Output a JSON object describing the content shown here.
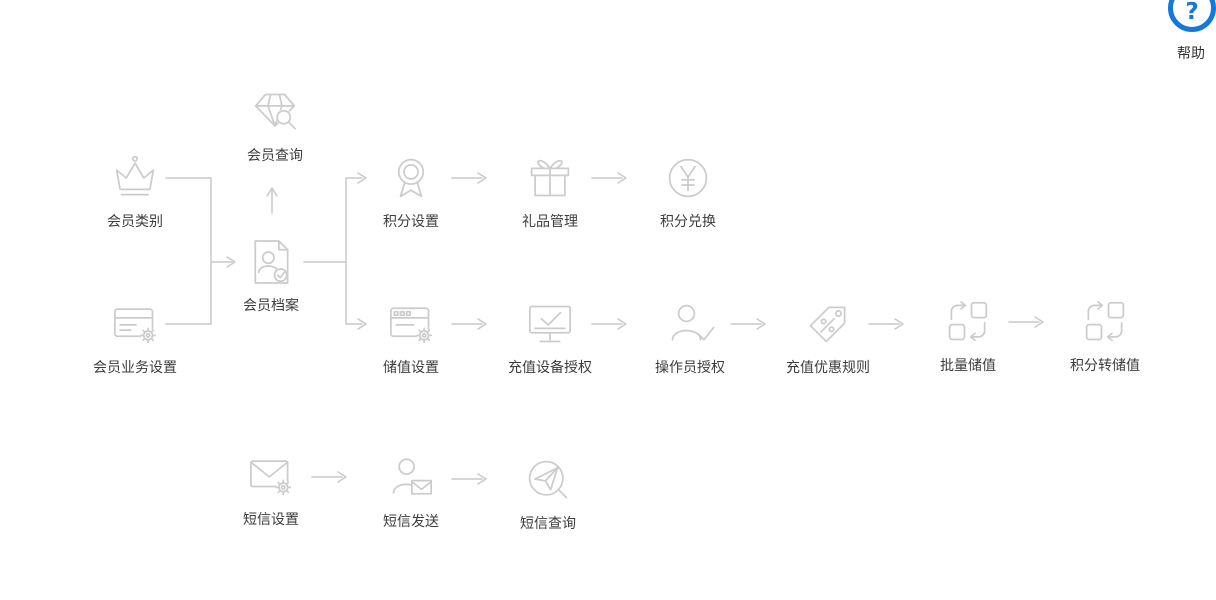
{
  "palette": {
    "icon_stroke": "#cccccc",
    "connector": "#c9c9c9",
    "label": "#3d3d3d",
    "help_blue": "#1678d8",
    "background": "#ffffff"
  },
  "help": {
    "label": "帮助",
    "symbol": "?",
    "icon": "help-question-icon"
  },
  "nodes": [
    {
      "id": "member-category",
      "label": "会员类别",
      "icon": "crown-icon"
    },
    {
      "id": "member-business-settings",
      "label": "会员业务设置",
      "icon": "card-gear-icon"
    },
    {
      "id": "member-query",
      "label": "会员查询",
      "icon": "gem-search-icon"
    },
    {
      "id": "member-profile",
      "label": "会员档案",
      "icon": "person-document-icon"
    },
    {
      "id": "points-settings",
      "label": "积分设置",
      "icon": "medal-icon"
    },
    {
      "id": "gift-management",
      "label": "礼品管理",
      "icon": "gift-icon"
    },
    {
      "id": "points-exchange",
      "label": "积分兑换",
      "icon": "yen-circle-icon"
    },
    {
      "id": "stored-value-settings",
      "label": "储值设置",
      "icon": "terminal-gear-icon"
    },
    {
      "id": "recharge-device-auth",
      "label": "充值设备授权",
      "icon": "monitor-check-icon"
    },
    {
      "id": "operator-auth",
      "label": "操作员授权",
      "icon": "person-check-icon"
    },
    {
      "id": "recharge-discount-rules",
      "label": "充值优惠规则",
      "icon": "price-tag-icon"
    },
    {
      "id": "batch-stored-value",
      "label": "批量储值",
      "icon": "transfer-boxes-icon"
    },
    {
      "id": "points-to-stored-value",
      "label": "积分转储值",
      "icon": "transfer-boxes-icon"
    },
    {
      "id": "sms-settings",
      "label": "短信设置",
      "icon": "mail-gear-icon"
    },
    {
      "id": "sms-send",
      "label": "短信发送",
      "icon": "person-mail-icon"
    },
    {
      "id": "sms-query",
      "label": "短信查询",
      "icon": "paper-plane-search-icon"
    }
  ]
}
